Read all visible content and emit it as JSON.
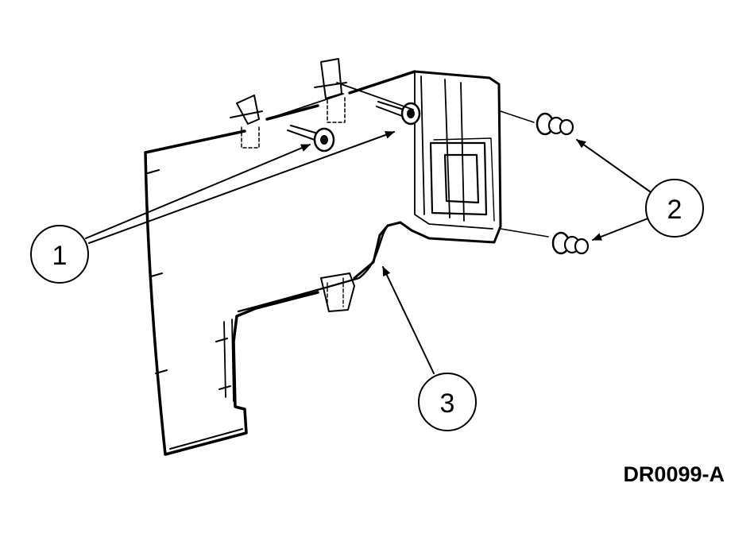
{
  "callouts": [
    {
      "id": "1",
      "label": "1"
    },
    {
      "id": "2",
      "label": "2"
    },
    {
      "id": "3",
      "label": "3"
    }
  ],
  "figure_code": "DR0099-A",
  "colors": {
    "ink": "#000000",
    "background": "#ffffff"
  }
}
